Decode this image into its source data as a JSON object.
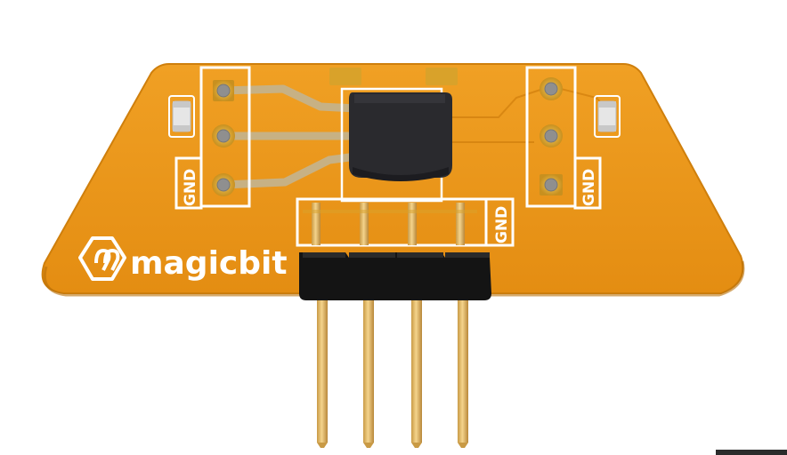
{
  "board": {
    "brand": "magicbit",
    "left_header_label": "GND",
    "center_header_label": "GND",
    "right_header_label": "GND"
  },
  "colors": {
    "pcb": "#ea9418",
    "pcb_edge": "#c87a0d",
    "silkscreen": "#ffffff",
    "pad_gold": "#d9a62c",
    "trace": "#c9b48a",
    "chip_body": "#2a2a2e",
    "header_plastic": "#111111",
    "pin_gold": "#e8c06a"
  },
  "icons": {
    "logo": "magicbit-logo-icon"
  }
}
